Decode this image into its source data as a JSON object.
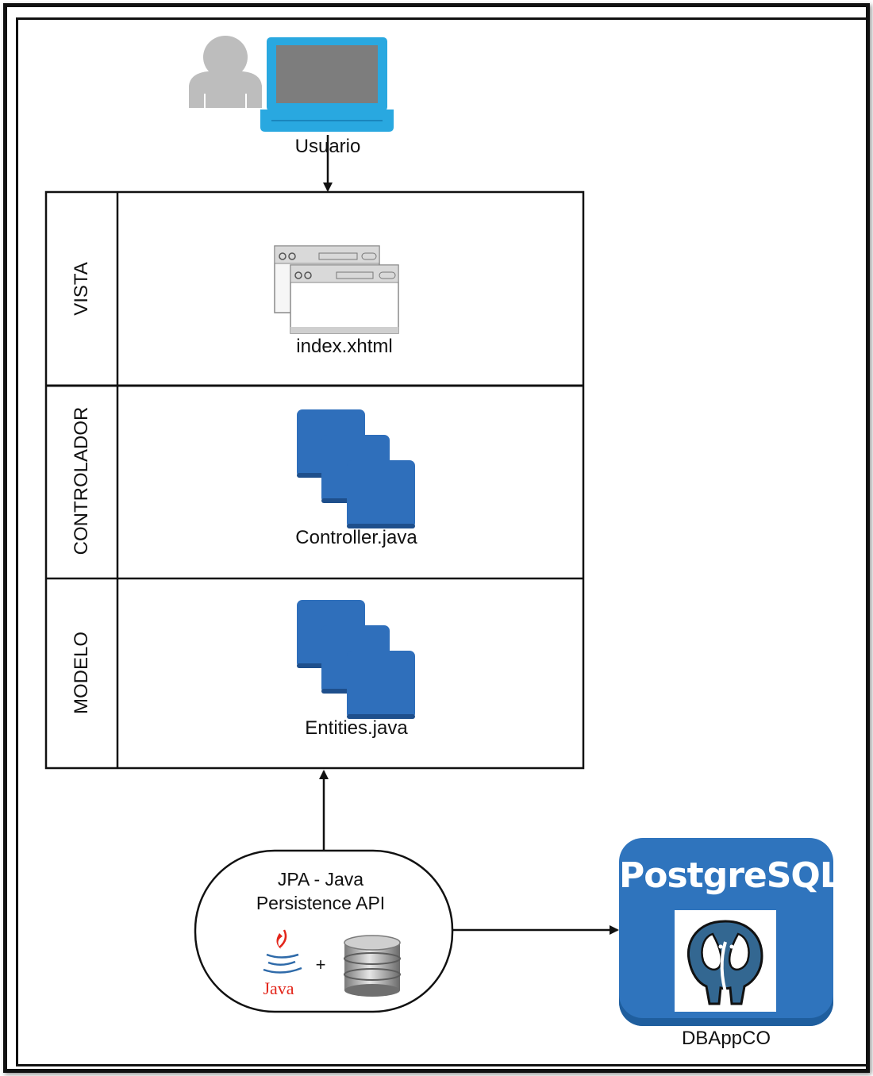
{
  "user": {
    "label": "Usuario"
  },
  "layers": [
    {
      "name": "VISTA",
      "file": "index.xhtml"
    },
    {
      "name": "CONTROLADOR",
      "file": "Controller.java"
    },
    {
      "name": "MODELO",
      "file": "Entities.java"
    }
  ],
  "jpa": {
    "line1": "JPA - Java",
    "line2": "Persistence API",
    "java_logo_text": "Java",
    "plus": "+"
  },
  "database": {
    "brand": "PostgreSQL",
    "name": "DBAppCO"
  },
  "colors": {
    "laptop": "#29a8e0",
    "layer_icon": "#2f6fbb",
    "postgres": "#2f74bd",
    "java_red": "#e3261b"
  },
  "icons": [
    "user-icon",
    "laptop-icon",
    "web-page-icon",
    "class-stack-icon",
    "java-logo-icon",
    "database-icon",
    "postgresql-elephant-icon"
  ]
}
